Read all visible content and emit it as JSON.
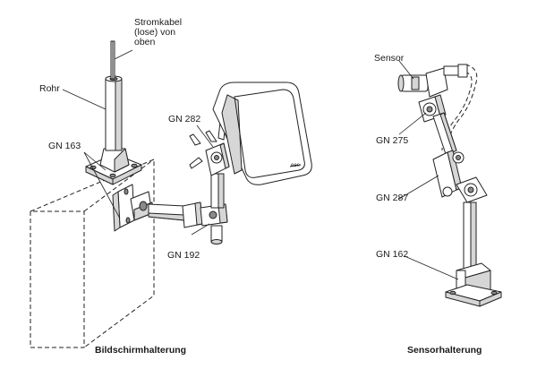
{
  "labels": {
    "stromkabel": "Stromkabel (lose) von oben",
    "rohr": "Rohr",
    "gn163": "GN 163",
    "gn282": "GN 282",
    "gn192": "GN 192",
    "sensor": "Sensor",
    "gn275": "GN 275",
    "gn287": "GN 287",
    "gn162": "GN 162"
  },
  "captions": {
    "left": "Bildschirmhalterung",
    "right": "Sensorhalterung"
  },
  "monitor_mark": "eee"
}
